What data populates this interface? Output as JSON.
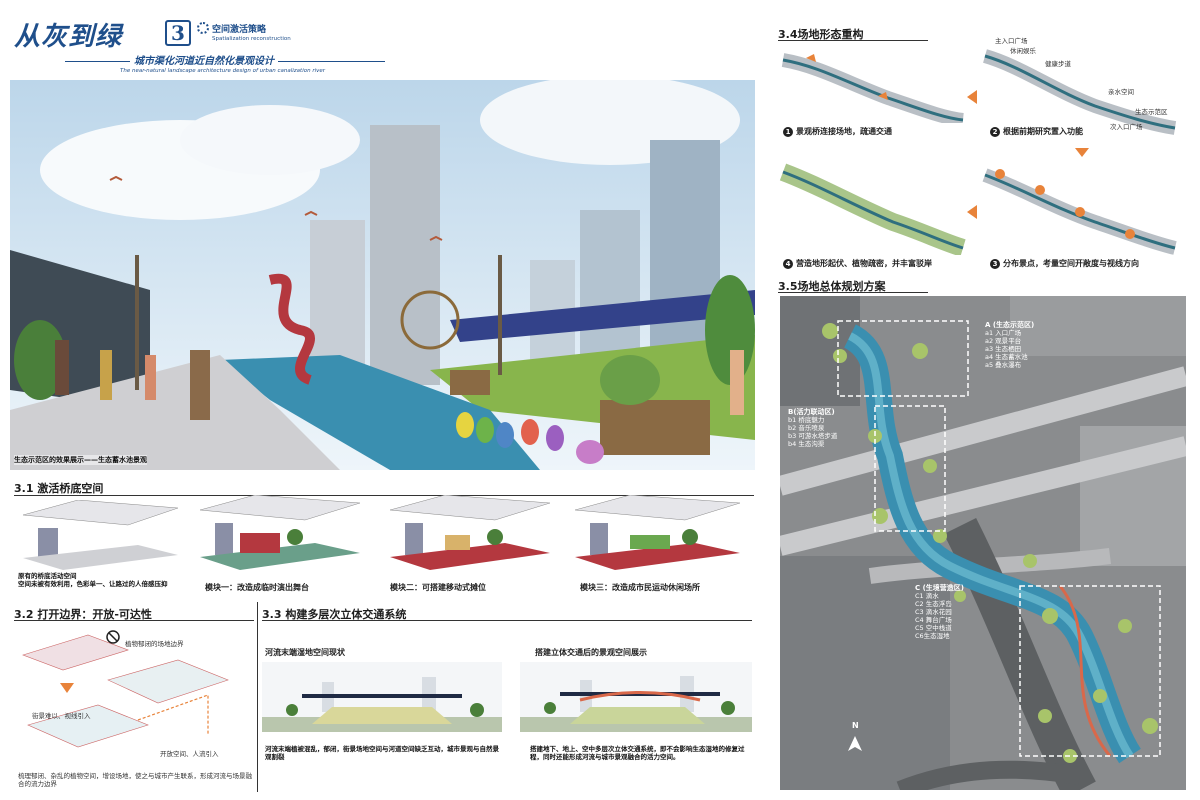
{
  "header": {
    "title_big": "从灰到绿",
    "number": "3",
    "tag_cn": "空间激活策略",
    "tag_en": "Spatialization reconstruction",
    "subtitle_cn": "城市渠化河道近自然化景观设计",
    "subtitle_en": "The near-natural landscape architecture design of urban canalization river"
  },
  "hero": {
    "caption": "生态示范区的效果展示——生态蓄水池景观"
  },
  "sec31": {
    "title": "3.1 激活桥底空间",
    "desc": "原有的桥底活动空间\n空间未被有效利用，色彩单一、让路过的人倍感压抑",
    "module1": "模块一：改造成临时演出舞台",
    "module2": "模块二：可搭建移动式摊位",
    "module3": "模块三：改造成市民运动休闲场所"
  },
  "sec32": {
    "title": "3.2 打开边界：开放-可达性",
    "label1": "植物郁闭的场地边界",
    "label2": "街景难以、视线引入",
    "label3": "开放空间、人流引入",
    "desc": "梳理郁闭、杂乱的植物空间，增设场地，使之与城市产生联系，形成河流与场景融合的流力边界"
  },
  "sec33": {
    "title": "3.3 构建多层次立体交通系统",
    "left_caption": "河流末端湿地空间现状",
    "right_caption": "搭建立体交通后的景观空间展示",
    "left_desc": "河流末端植被混乱，郁闭，街景场地空间与河道空间缺乏互动，城市景观与自然景观割裂",
    "right_desc": "搭建地下、地上、空中多层次立体交通系统，即不会影响生态湿地的修复过程，同时还能形成河流与城市景观融合的活力空间。"
  },
  "sec34": {
    "title": "3.4场地形态重构",
    "steps": [
      {
        "n": "1",
        "text": "景观桥连接场地，疏通交通"
      },
      {
        "n": "2",
        "text": "根据前期研究置入功能"
      },
      {
        "n": "4",
        "text": "营造地形起伏、植物疏密，并丰富驳岸"
      },
      {
        "n": "3",
        "text": "分布景点，考量空间开敞度与视线方向"
      }
    ],
    "labels": [
      "主入口广场",
      "休闲娱乐",
      "健康步道",
      "亲水空间",
      "生态示范区",
      "次入口广场"
    ]
  },
  "sec35": {
    "title": "3.5场地总体规划方案",
    "zoneA": {
      "title": "A (生态示范区)",
      "items": [
        "a1 入口广场",
        "a2 观景平台",
        "a3 生态栖田",
        "a4 生态蓄水池",
        "a5 叠水瀑布"
      ]
    },
    "zoneB": {
      "title": "B(活力联动区)",
      "items": [
        "b1 桥底魅力",
        "b2 音乐喷泉",
        "b3 可游水塔步道",
        "b4 生态沟渠"
      ]
    },
    "zoneC": {
      "title": "C (生境营造区)",
      "items": [
        "C1 滴水",
        "C2 生态浮岛",
        "C3 滴水花园",
        "C4 舞台广场",
        "C5 空中栈道",
        "C6生态湿地"
      ]
    },
    "north": "N"
  },
  "colors": {
    "river": "#3a8fb0",
    "orange": "#e8833a",
    "green": "#6aa84f",
    "title_blue": "#1f4f8b"
  }
}
